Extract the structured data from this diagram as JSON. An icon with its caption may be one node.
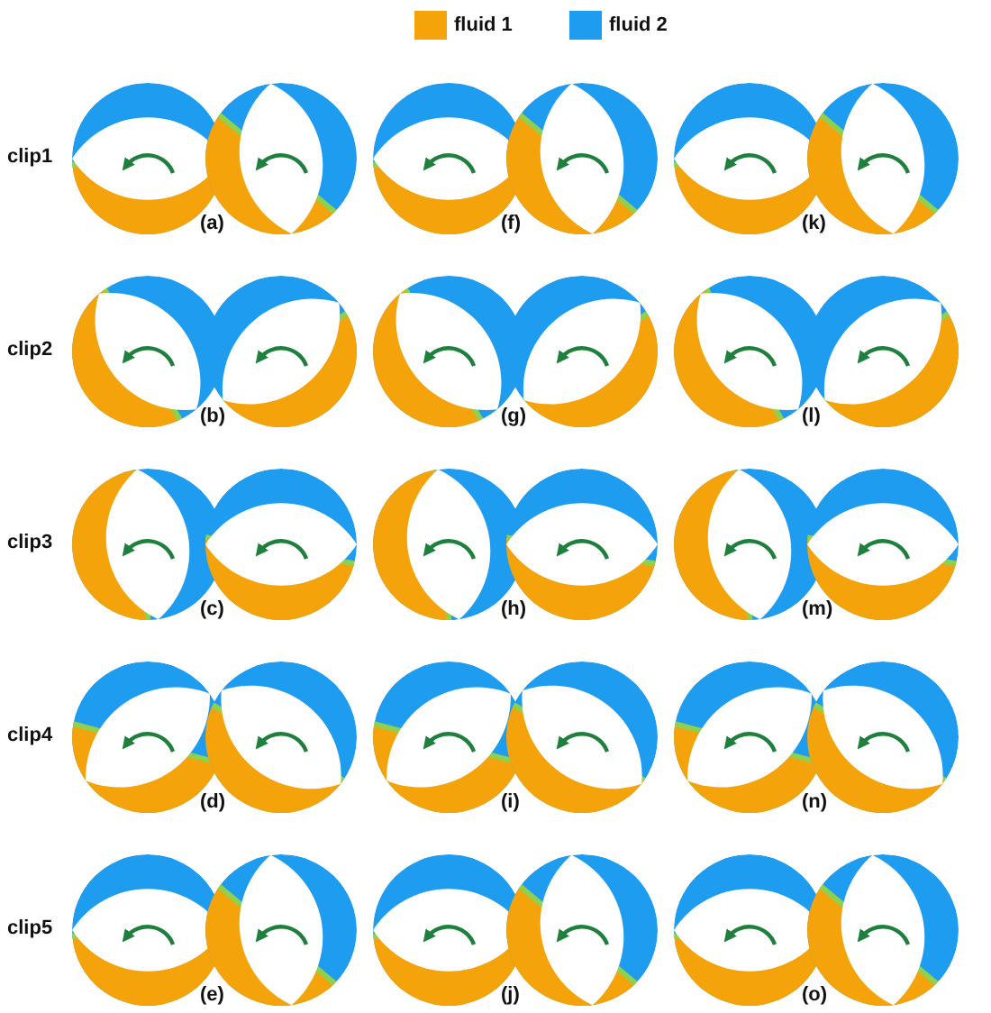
{
  "diagram": {
    "labels": [
      "clip1",
      "(a)",
      "(f)",
      "(k)",
      "clip2",
      "(b)",
      "(g)",
      "(l)",
      "clip3",
      "(c)",
      "(h)",
      "(m)",
      "clip4",
      "(d)",
      "(i)",
      "(n)",
      "clip5",
      "(e)",
      "(j)",
      "(o)"
    ],
    "legend": [
      {
        "text": "fluid 1",
        "color": "#f5a30a"
      },
      {
        "text": "fluid 2",
        "color": "#1e9cf0"
      }
    ]
  }
}
